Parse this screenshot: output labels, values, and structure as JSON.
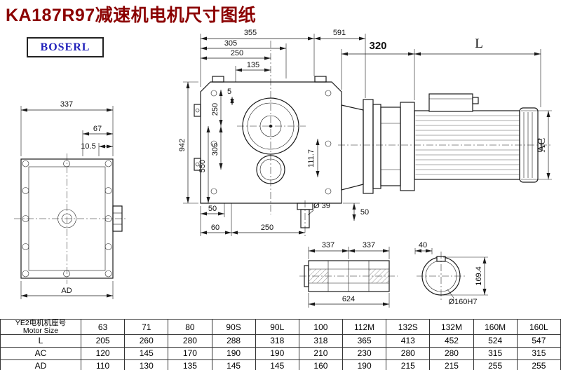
{
  "title": "KA187R97减速机电机尺寸图纸",
  "logo": "BOSERL",
  "colors": {
    "title": "#8B0000",
    "logo": "#2222BB",
    "line": "#1A1A1A"
  },
  "drawing": {
    "left_view": {
      "width": "337",
      "shaft_offset": "67",
      "step": "10.5",
      "ad": "AD"
    },
    "main_view": {
      "top_355": "355",
      "top_591": "591",
      "top_305": "305",
      "top_250": "250",
      "top_135": "135",
      "left_250": "250",
      "left_5": "5",
      "left_305": "305",
      "left_550": "550",
      "left_942": "942",
      "inner_111_7": "111.7",
      "bottom_50_left": "50",
      "bottom_60": "60",
      "bottom_250": "250",
      "shaft_dia": "Ø 39",
      "right_50": "50"
    },
    "motor_view": {
      "adapter_320": "320",
      "length_L": "L",
      "diameter_AC": "AC"
    },
    "shaft_view": {
      "half_1": "337",
      "half_2": "337",
      "total": "624"
    },
    "bore_view": {
      "key_40": "40",
      "height_169_4": "169.4",
      "bore_dia": "Ø160H7"
    }
  },
  "table": {
    "header_cn": "YE2电机机座号",
    "header_en": "Motor Size",
    "sizes": [
      "63",
      "71",
      "80",
      "90S",
      "90L",
      "100",
      "112M",
      "132S",
      "132M",
      "160M",
      "160L"
    ],
    "rows": [
      {
        "label": "L",
        "values": [
          "205",
          "260",
          "280",
          "288",
          "318",
          "318",
          "365",
          "413",
          "452",
          "524",
          "547"
        ]
      },
      {
        "label": "AC",
        "values": [
          "120",
          "145",
          "170",
          "190",
          "190",
          "210",
          "230",
          "280",
          "280",
          "315",
          "315"
        ]
      },
      {
        "label": "AD",
        "values": [
          "110",
          "130",
          "135",
          "145",
          "145",
          "160",
          "190",
          "215",
          "215",
          "255",
          "255"
        ]
      }
    ]
  }
}
